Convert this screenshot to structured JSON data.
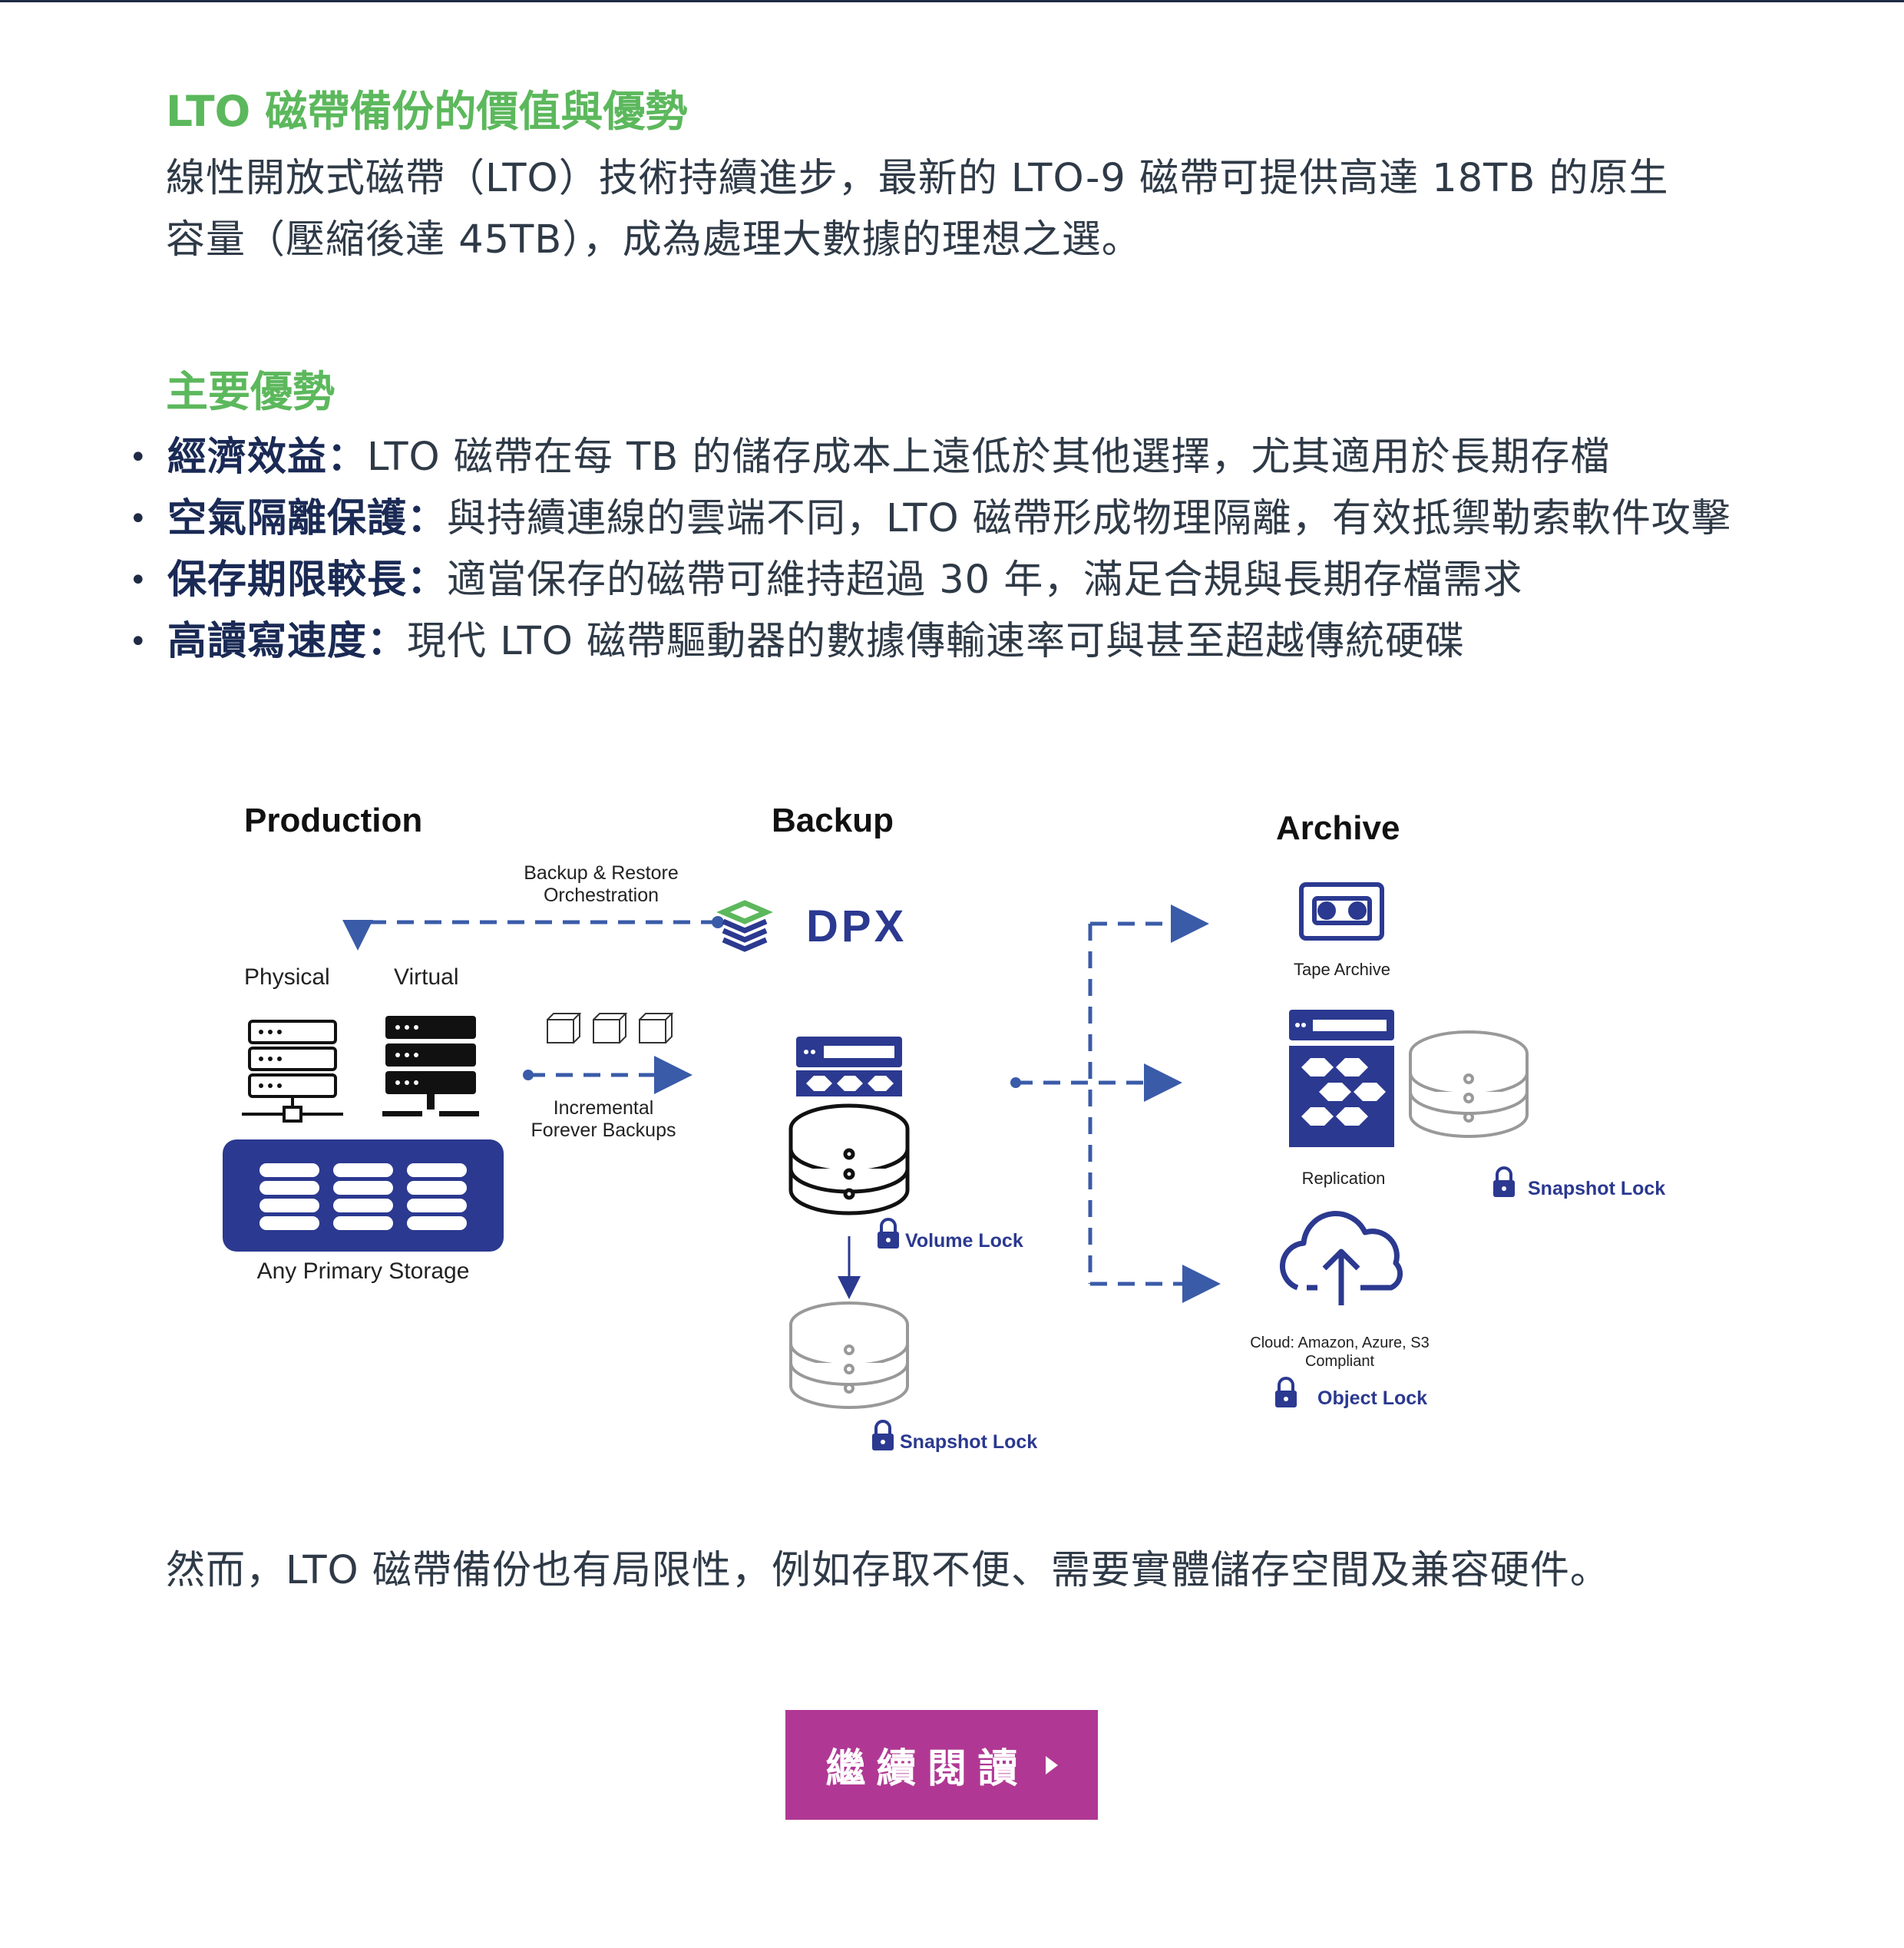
{
  "section1": {
    "heading": "LTO 磁帶備份的價值與優勢",
    "para_line1": "線性開放式磁帶（LTO）技術持續進步，最新的 LTO-9 磁帶可提供高達 18TB 的原生",
    "para_line2": "容量（壓縮後達 45TB），成為處理大數據的理想之選。"
  },
  "section2": {
    "heading": "主要優勢",
    "bullets": [
      {
        "term": "經濟效益：",
        "text": "LTO 磁帶在每 TB 的儲存成本上遠低於其他選擇，尤其適用於長期存檔"
      },
      {
        "term": "空氣隔離保護：",
        "text": "與持續連線的雲端不同，LTO 磁帶形成物理隔離，有效抵禦勒索軟件攻擊"
      },
      {
        "term": "保存期限較長：",
        "text": "適當保存的磁帶可維持超過 30 年，滿足合規與長期存檔需求"
      },
      {
        "term": "高讀寫速度：",
        "text": "現代 LTO 磁帶驅動器的數據傳輸速率可與甚至超越傳統硬碟"
      }
    ]
  },
  "diagram": {
    "production_title": "Production",
    "backup_title": "Backup",
    "archive_title": "Archive",
    "orchestration_line1": "Backup & Restore",
    "orchestration_line2": "Orchestration",
    "dpx_logo_text": "DPX",
    "physical_label": "Physical",
    "virtual_label": "Virtual",
    "incremental_line1": "Incremental",
    "incremental_line2": "Forever Backups",
    "primary_storage_label": "Any Primary Storage",
    "volume_lock_label": "Volume Lock",
    "snapshot_lock_backup_label": "Snapshot Lock",
    "tape_archive_label": "Tape Archive",
    "replication_label": "Replication",
    "snapshot_lock_archive_label": "Snapshot Lock",
    "cloud_line1": "Cloud: Amazon, Azure, S3",
    "cloud_line2": "Compliant",
    "object_lock_label": "Object Lock",
    "colors": {
      "navy": "#2b3990",
      "arrow_blue": "#3a5ba8",
      "green": "#5cb85c"
    }
  },
  "closing": {
    "text": "然而，LTO 磁帶備份也有局限性，例如存取不便、需要實體儲存空間及兼容硬件。"
  },
  "cta": {
    "label": "繼續閱讀",
    "icon": "caret-right-icon",
    "color": "#b03894"
  }
}
